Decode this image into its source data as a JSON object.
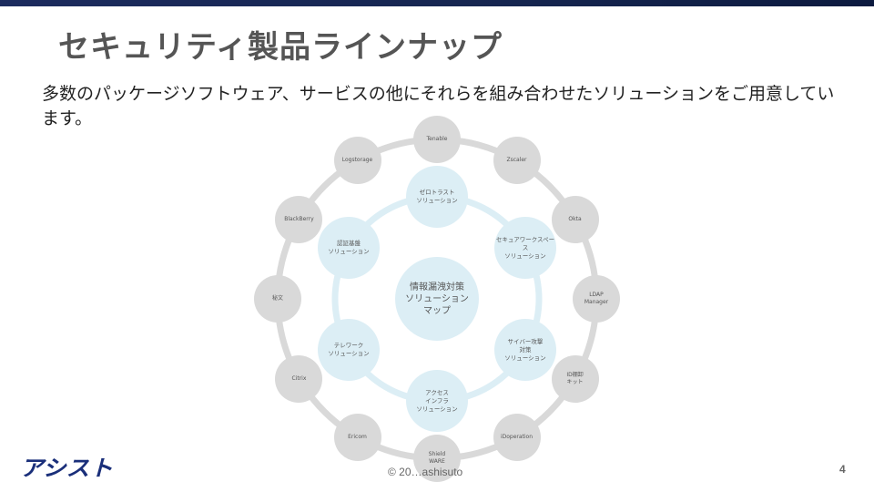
{
  "slide": {
    "title": "セキュリティ製品ラインナップ",
    "lead": "多数のパッケージソフトウェア、サービスの他にそれらを組み合わせたソリューションをご用意しています。",
    "copyright": "© 20…ashisuto",
    "page_number": "4"
  },
  "logo": {
    "text": "アシスト",
    "color": "#1a2f7a"
  },
  "diagram": {
    "center": "情報漏洩対策\nソリューション\nマップ",
    "inner": [
      "ゼロトラスト\nソリューション",
      "セキュアワークスペース\nソリューション",
      "サイバー攻撃\n対策\nソリューション",
      "アクセス\nインフラ\nソリューション",
      "テレワーク\nソリューション",
      "認証基盤\nソリューション"
    ],
    "outer": [
      "Tenable",
      "Zscaler",
      "Okta",
      "LDAP\nManager",
      "ID棚卸\nキット",
      "iDoperation",
      "Shield\nWARE",
      "Ericom",
      "Citrix",
      "秘文",
      "BlackBerry",
      "Logstorage"
    ],
    "colors": {
      "outer_node": "#d9d9d9",
      "outer_ring": "#d9d9d9",
      "inner_node": "#dceef5",
      "inner_ring": "#dceef5"
    }
  }
}
